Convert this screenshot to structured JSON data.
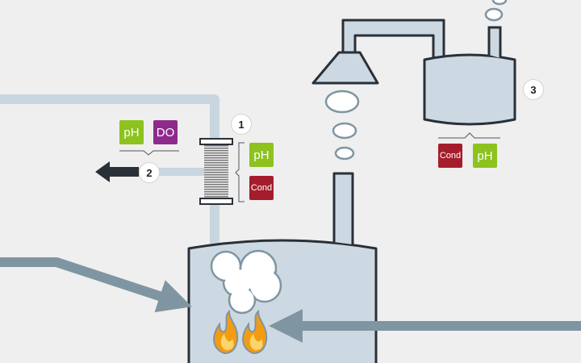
{
  "sensors": {
    "point1": {
      "number": "1",
      "ph": "pH",
      "cond": "Cond"
    },
    "point2": {
      "number": "2",
      "ph": "pH",
      "do": "DO"
    },
    "point3": {
      "number": "3",
      "cond": "Cond",
      "ph": "pH"
    }
  },
  "colors": {
    "ph": "#8dc21f",
    "do": "#8f2a8c",
    "cond": "#a51d2d",
    "pipe_light": "#c9d6e0",
    "pipe_dark": "#8095a2",
    "outline": "#2a3038",
    "fill": "#cdd9e2",
    "arrow_dark": "#2a3038",
    "flame": "#f39c12"
  }
}
